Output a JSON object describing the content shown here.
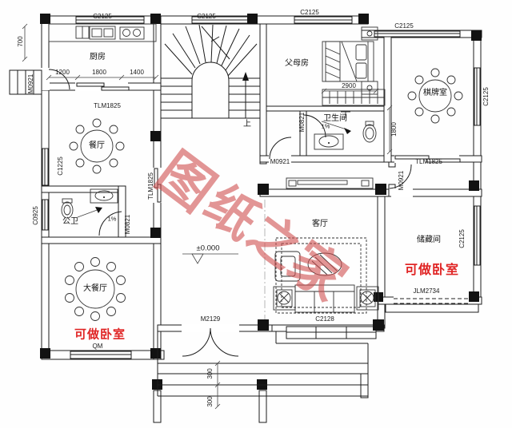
{
  "watermark": {
    "text": "图纸之家",
    "chars": [
      "图",
      "纸",
      "之",
      "家"
    ],
    "color": "#ce4e4e"
  },
  "rooms": {
    "kitchen": "厨房",
    "dining": "餐厅",
    "powder_room": "公卫",
    "grand_dining": "大餐厅",
    "parents_room": "父母房",
    "bathroom": "卫生间",
    "chess_room": "棋牌室",
    "living_room": "客厅",
    "storage_room": "储藏间"
  },
  "stairs": {
    "up_label": "上"
  },
  "elevation": {
    "level": "±0.000"
  },
  "slopes": {
    "powder_room": "1%",
    "bathroom": "1%"
  },
  "notes": {
    "left": "可做卧室",
    "right": "可做卧室",
    "color": "#e02525"
  },
  "openings": {
    "top_window_1": "C2125",
    "top_window_2": "C2125",
    "top_window_3": "C2125",
    "top_window_4": "C2125",
    "right_window_1": "C2125",
    "right_window_2": "C2125",
    "dining_left_window": "C1225",
    "powder_left_window": "C0925",
    "kitchen_side_door": "M0921",
    "kitchen_slider": "TLM1825",
    "hall_slider": "TLM1825",
    "chess_slider": "TLM1825",
    "powder_door": "M0821",
    "bathroom_door": "M0821",
    "hall_door": "M0921",
    "storage_door": "M0921",
    "entry_door": "M2129",
    "living_window": "C2128",
    "storage_folding_door": "JLM2734",
    "balcony_window": "QM"
  },
  "dimensions": {
    "left_offset": "700",
    "kitchen_seg_1": "1200",
    "kitchen_seg_2": "1800",
    "kitchen_seg_3": "1400",
    "bedroom_width": "2900",
    "chess_wall": "1800",
    "step_depth_1": "300",
    "step_depth_2": "300"
  }
}
